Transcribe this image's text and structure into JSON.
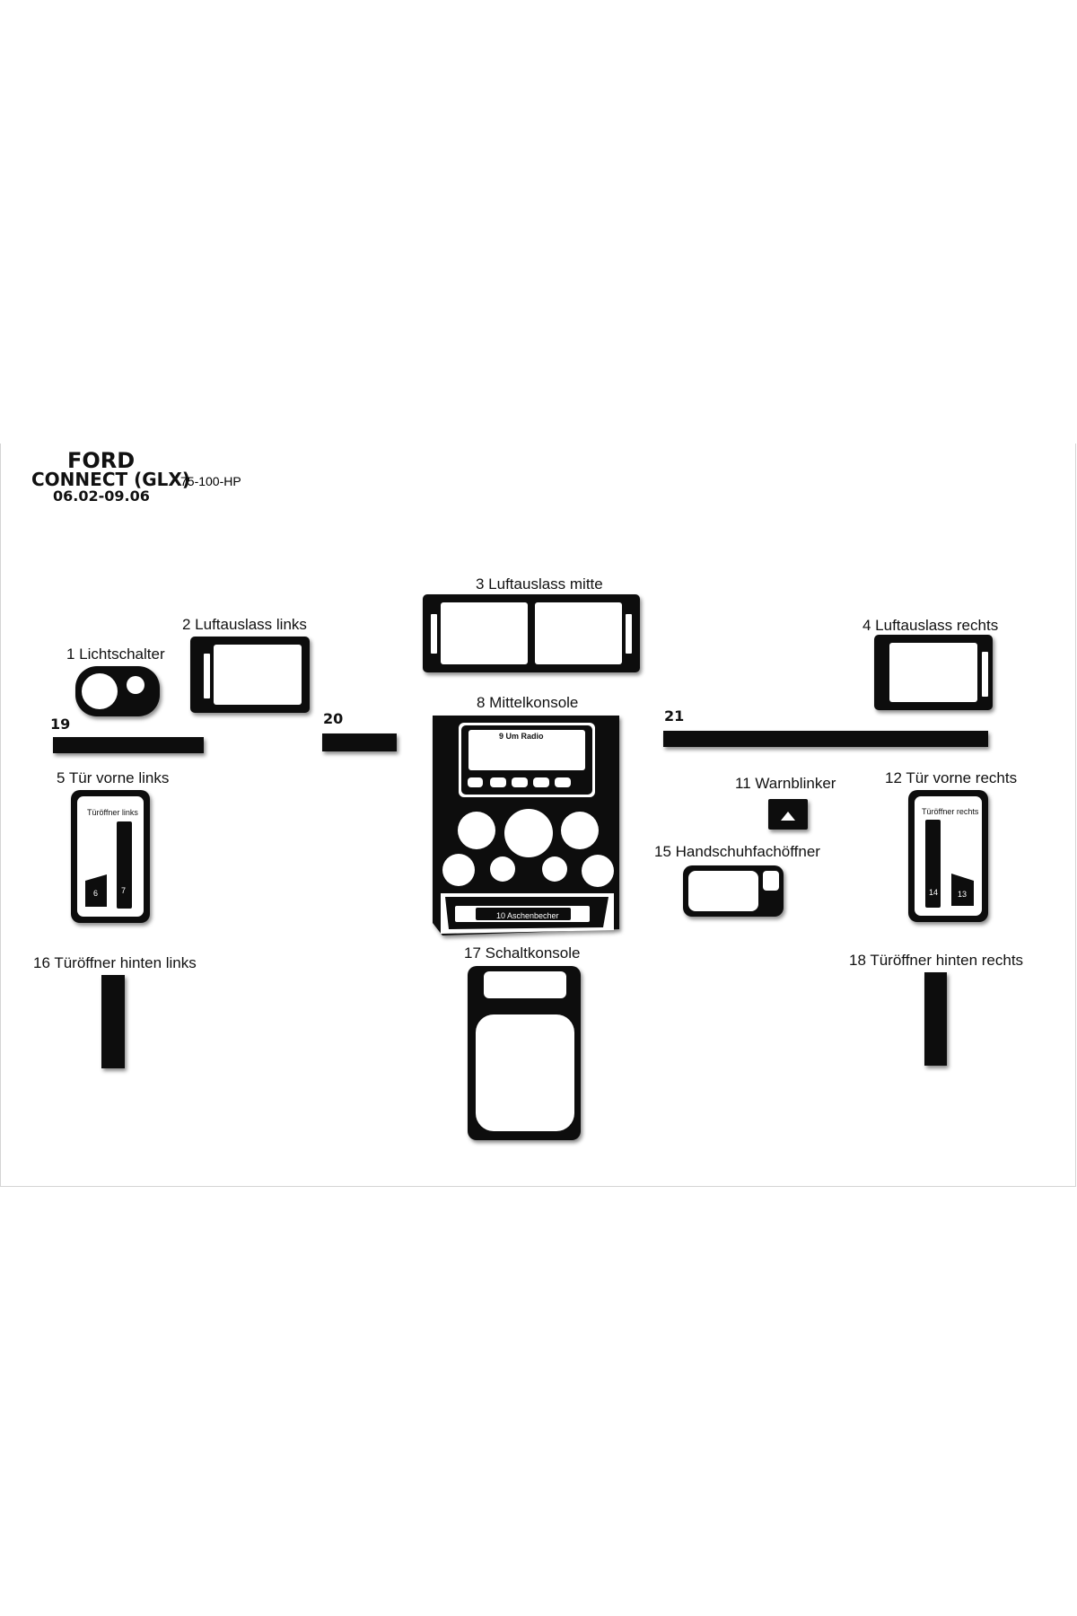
{
  "header": {
    "brand": "FORD",
    "model": "CONNECT (GLX)",
    "years": "06.02-09.06",
    "engine": "75-100-HP"
  },
  "parts": {
    "p1": "1  Lichtschalter",
    "p2": "2 Luftauslass links",
    "p3": "3 Luftauslass mitte",
    "p4": "4 Luftauslass rechts",
    "p5": "5  Tür vorne links",
    "p8": "8  Mittelkonsole",
    "p9": "9  Um Radio",
    "p10": "10 Aschenbecher",
    "p11": "11 Warnblinker",
    "p12": "12  Tür vorne rechts",
    "p15": "15  Handschuhfachöffner",
    "p16": "16  Türöffner hinten links",
    "p17": "17  Schaltkonsole",
    "p18": "18  Türöffner hinten rechts",
    "p19": "19",
    "p20": "20",
    "p21": "21"
  },
  "sublabels": {
    "door_left": "Türöffner links",
    "door_right": "Türöffner rechts",
    "n6": "6",
    "n7": "7",
    "n13": "13",
    "n14": "14"
  },
  "colors": {
    "part": "#0d0d0d",
    "background": "#ffffff"
  }
}
